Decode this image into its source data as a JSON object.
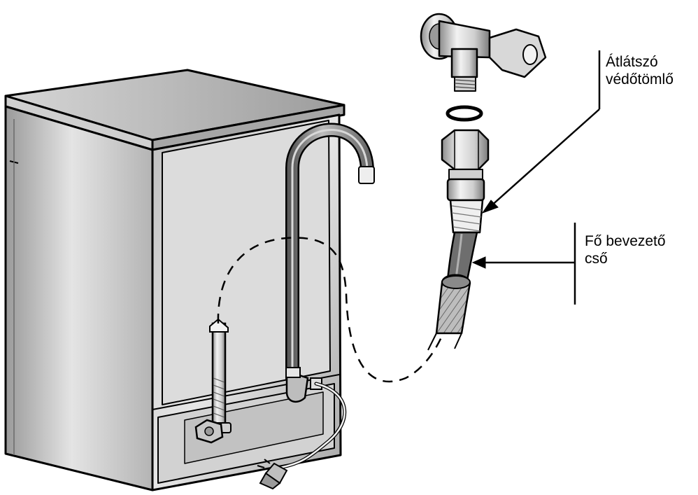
{
  "labels": {
    "transparent_hose": {
      "line1": "Átlátszó",
      "line2": "védőtömlő"
    },
    "main_inlet_pipe": {
      "line1": "Fő bevezető",
      "line2": "cső"
    }
  },
  "colors": {
    "outline": "#000000",
    "metal_light": "#e8e8e8",
    "metal_mid": "#bdbdbd",
    "metal_dark": "#7a7a7a",
    "hose_dark": "#6e6e6e",
    "background": "#ffffff"
  },
  "icons": {
    "appliance": "dishwasher-rear-illustration",
    "tap": "water-tap-icon",
    "plug": "power-plug-icon"
  }
}
